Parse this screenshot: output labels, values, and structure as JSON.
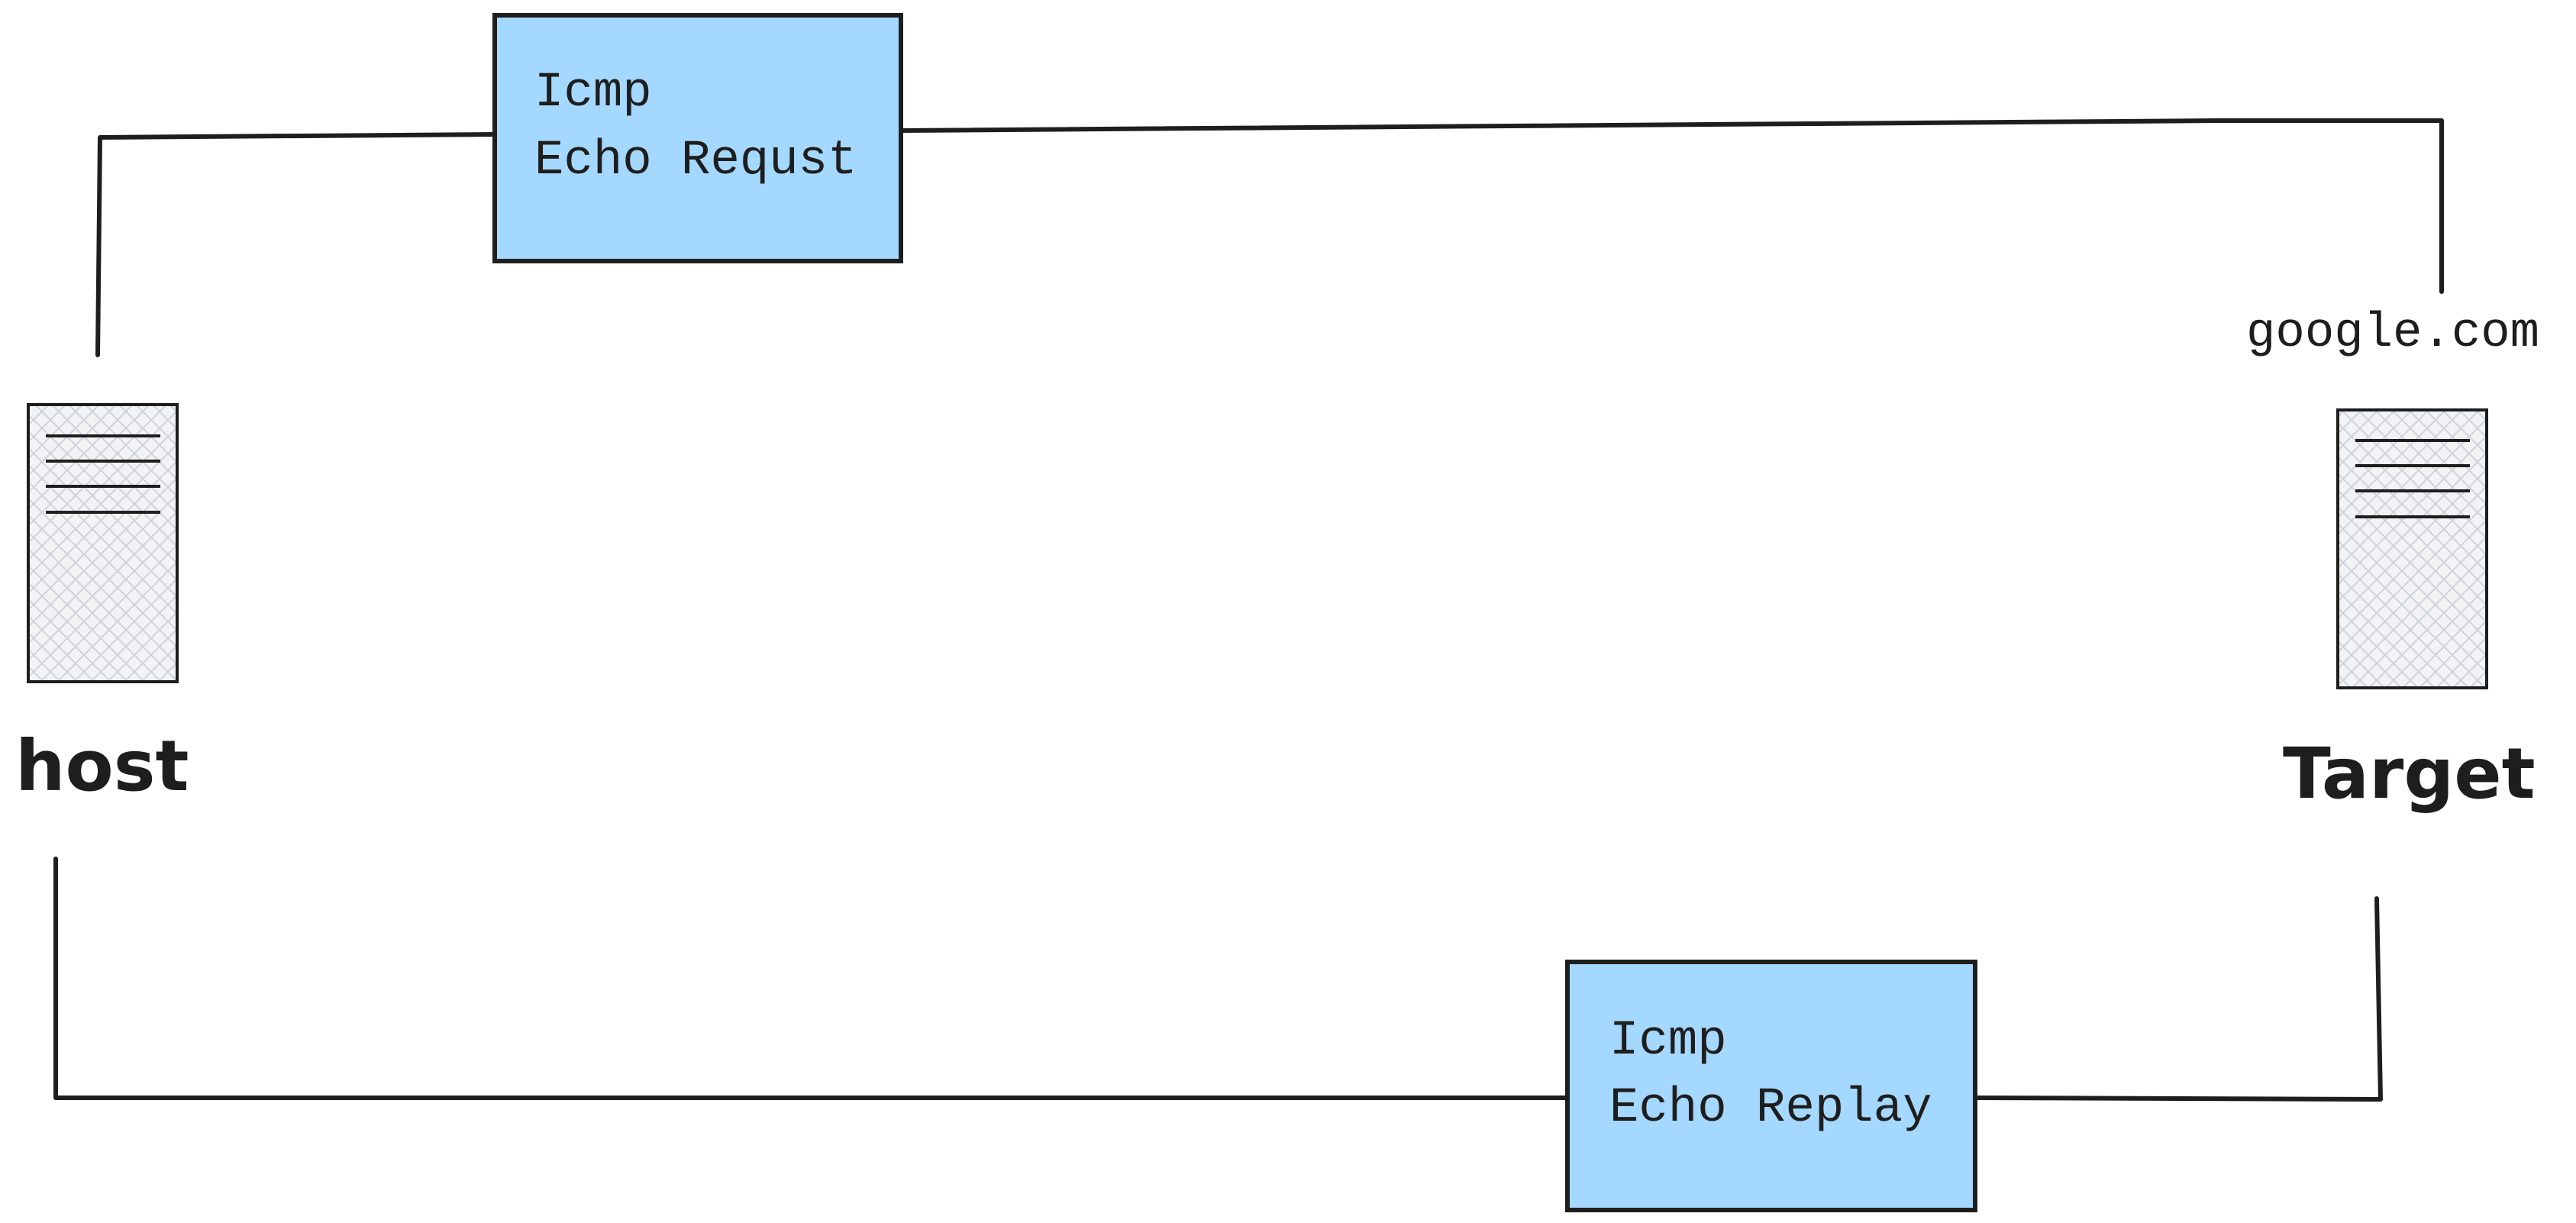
{
  "colors": {
    "stroke": "#1e1e1e",
    "message_fill": "#a5d8ff",
    "server_fill": "#f1f3f5",
    "server_hatch": "#ced4da",
    "background": "#ffffff"
  },
  "nodes": {
    "host": {
      "label": "host",
      "icon": "server-icon"
    },
    "target": {
      "label": "Target",
      "hostname": "google.com",
      "icon": "server-icon"
    }
  },
  "messages": {
    "request": {
      "line1": "Icmp",
      "line2": "Echo Requst"
    },
    "reply": {
      "line1": "Icmp",
      "line2": "Echo Replay"
    }
  }
}
